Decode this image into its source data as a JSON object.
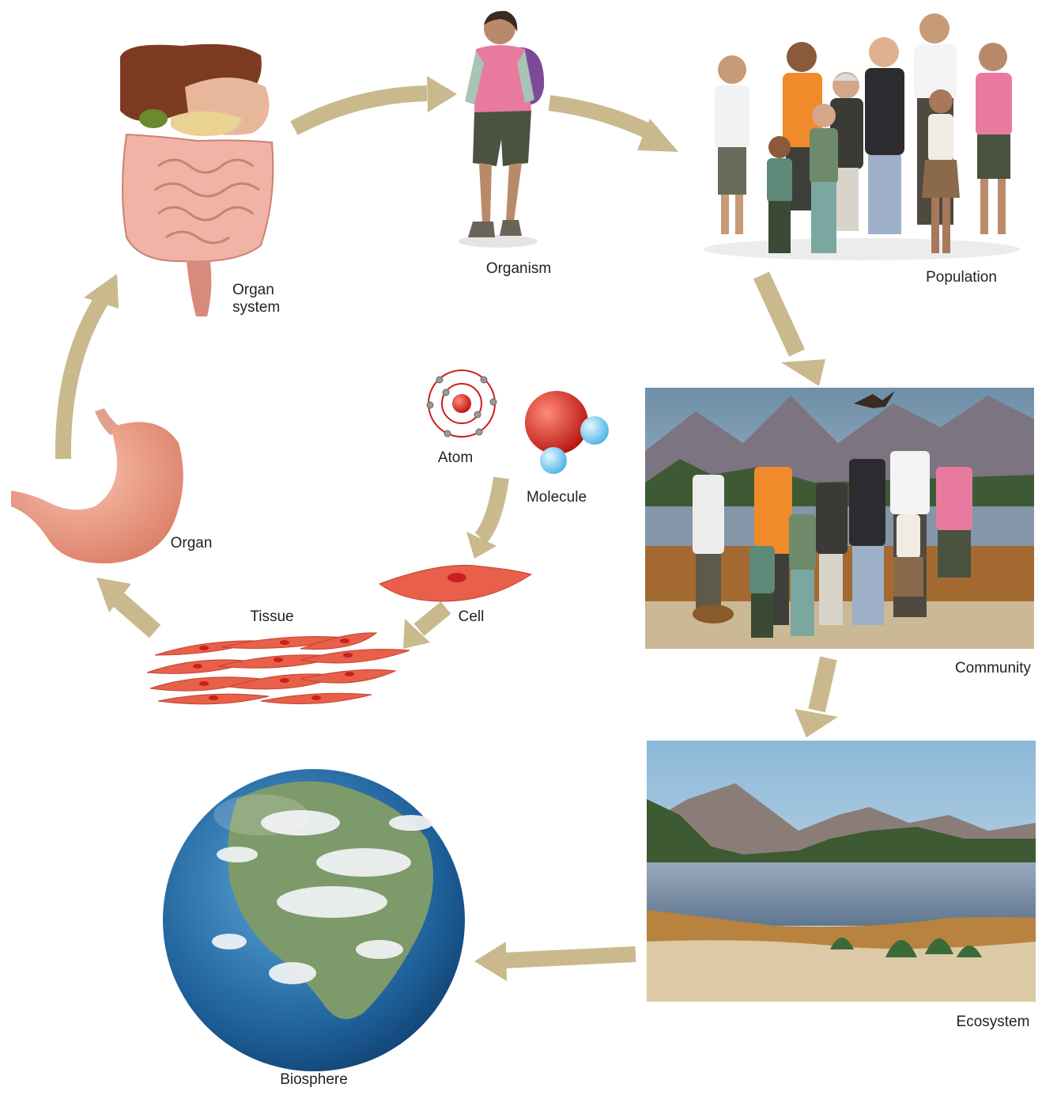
{
  "levels": {
    "atom": "Atom",
    "molecule": "Molecule",
    "cell": "Cell",
    "tissue": "Tissue",
    "organ": "Organ",
    "organ_system_line1": "Organ",
    "organ_system_line2": "system",
    "organism": "Organism",
    "population": "Population",
    "community": "Community",
    "ecosystem": "Ecosystem",
    "biosphere": "Biosphere"
  },
  "colors": {
    "arrow": "#c9b98d",
    "cell": "#e8604a",
    "nucleus": "#c8201c",
    "atom_ring": "#c8201c",
    "molecule_oxygen": "#d42a22",
    "molecule_hydrogen": "#7fcdf0",
    "organ": "#eb9a85",
    "ocean": "#1f6fae",
    "land": "#7d9a6a",
    "sky": "#9dc7e2",
    "mountain": "#8a7d78",
    "lake": "#7f95ab",
    "grass": "#b8823f",
    "sand": "#dcc9a5"
  }
}
